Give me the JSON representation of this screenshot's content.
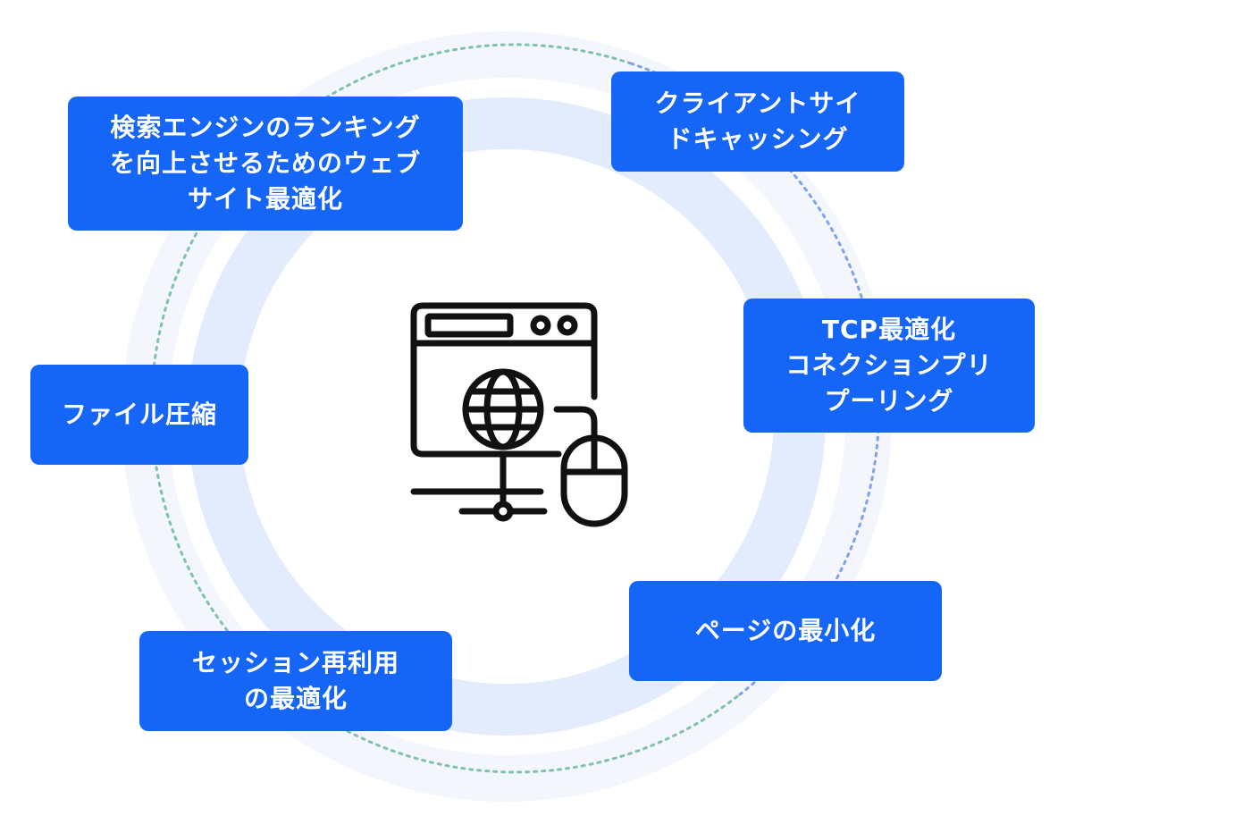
{
  "colors": {
    "box_fill": "#1565f6",
    "box_text": "#ffffff",
    "outer_halo": "#f3f6fd",
    "inner_ring": "#e3ecfc",
    "dotted_teal": "#7fbfb4",
    "dotted_blue": "#7ea3e6",
    "icon_stroke": "#111111"
  },
  "center": {
    "icon": "web-browser-globe-mouse-icon"
  },
  "topics": {
    "seo": "検索エンジンのランキング\nを向上させるためのウェブ\nサイト最適化",
    "client_cache": "クライアントサイ\nドキャッシング",
    "tcp": "TCP最適化\nコネクションプリ\nプーリング",
    "compression": "ファイル圧縮",
    "page_minify": "ページの最小化",
    "session_reuse": "セッション再利用\nの最適化"
  }
}
